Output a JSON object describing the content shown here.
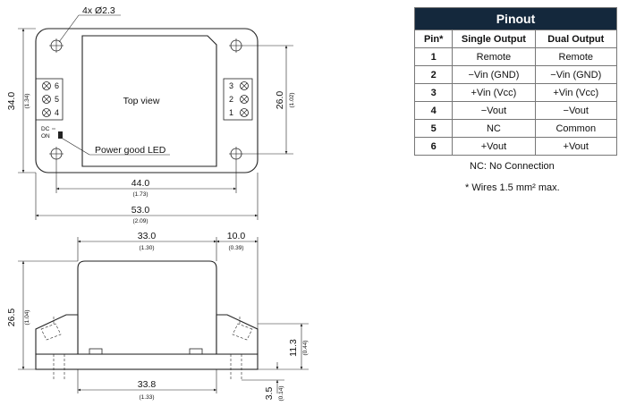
{
  "top_view": {
    "hole_note": "4x Ø2.3",
    "label": "Top view",
    "led_label": "Power good LED",
    "switch_label_1": "DC",
    "switch_label_2": "ON",
    "left_terminals": [
      "6",
      "5",
      "4"
    ],
    "right_terminals": [
      "3",
      "2",
      "1"
    ],
    "dim_height": "34.0",
    "dim_height_in": "(1.34)",
    "dim_hole_pitch_v": "26.0",
    "dim_hole_pitch_v_in": "(1.02)",
    "dim_hole_pitch_h": "44.0",
    "dim_hole_pitch_h_in": "(1.73)",
    "dim_width": "53.0",
    "dim_width_in": "(2.09)"
  },
  "side_view": {
    "dim_top_width": "33.0",
    "dim_top_width_in": "(1.30)",
    "dim_offset": "10.0",
    "dim_offset_in": "(0.39)",
    "dim_height": "26.5",
    "dim_height_in": "(1.04)",
    "dim_terminal_height": "11.3",
    "dim_terminal_height_in": "(0.44)",
    "dim_base_width": "33.8",
    "dim_base_width_in": "(1.33)",
    "dim_pin_length": "3.5",
    "dim_pin_length_in": "(0.14)"
  },
  "pinout": {
    "title": "Pinout",
    "headers": [
      "Pin*",
      "Single Output",
      "Dual Output"
    ],
    "rows": [
      {
        "pin": "1",
        "single": "Remote",
        "dual": "Remote"
      },
      {
        "pin": "2",
        "single": "−Vin (GND)",
        "dual": "−Vin (GND)"
      },
      {
        "pin": "3",
        "single": "+Vin (Vcc)",
        "dual": "+Vin (Vcc)"
      },
      {
        "pin": "4",
        "single": "−Vout",
        "dual": "−Vout"
      },
      {
        "pin": "5",
        "single": "NC",
        "dual": "Common"
      },
      {
        "pin": "6",
        "single": "+Vout",
        "dual": "+Vout"
      }
    ],
    "note_nc": "NC: No Connection",
    "note_wires": "* Wires 1.5 mm² max."
  }
}
